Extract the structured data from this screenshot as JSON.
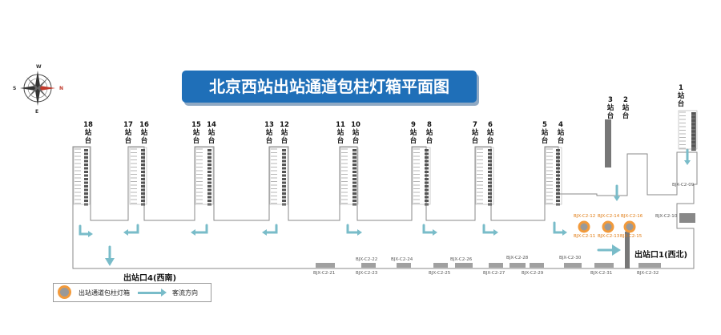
{
  "title": "北京西站出站通道包柱灯箱平面图",
  "compass": {
    "n": "N",
    "s": "S",
    "e": "E",
    "w": "W"
  },
  "platforms": [
    {
      "num": "18",
      "label": "站台"
    },
    {
      "num": "17",
      "label": "站台"
    },
    {
      "num": "16",
      "label": "站台"
    },
    {
      "num": "15",
      "label": "站台"
    },
    {
      "num": "14",
      "label": "站台"
    },
    {
      "num": "13",
      "label": "站台"
    },
    {
      "num": "12",
      "label": "站台"
    },
    {
      "num": "11",
      "label": "站台"
    },
    {
      "num": "10",
      "label": "站台"
    },
    {
      "num": "9",
      "label": "站台"
    },
    {
      "num": "8",
      "label": "站台"
    },
    {
      "num": "7",
      "label": "站台"
    },
    {
      "num": "6",
      "label": "站台"
    },
    {
      "num": "5",
      "label": "站台"
    },
    {
      "num": "4",
      "label": "站台"
    },
    {
      "num": "3",
      "label": "站台"
    },
    {
      "num": "2",
      "label": "站台"
    },
    {
      "num": "1",
      "label": "站台"
    }
  ],
  "ad_codes": {
    "c21": "BJX-C2-21",
    "c22": "BJX-C2-22",
    "c23": "BJX-C2-23",
    "c24": "BJX-C2-24",
    "c25": "BJX-C2-25",
    "c26": "BJX-C2-26",
    "c27": "BJX-C2-27",
    "c28": "BJX-C2-28",
    "c29": "BJX-C2-29",
    "c30": "BJX-C2-30",
    "c31": "BJX-C2-31",
    "c32": "BJX-C2-32",
    "c10": "BJX-C2-10",
    "c09": "BJX-C2-09",
    "c11": "BJX-C2-11",
    "c12": "BJX-C2-12",
    "c13": "BJX-C2-13",
    "c14": "BJX-C2-14",
    "c15": "BJX-C2-15",
    "c16": "BJX-C2-16"
  },
  "exits": {
    "southwest": "出站口4(西南)",
    "northwest": "出站口1(西北)"
  },
  "legend": {
    "lightbox": "出站通道包柱灯箱",
    "flow": "客流方向"
  },
  "colors": {
    "title_bg": "#1f6fb8",
    "arrow": "#79bcc9",
    "lightbox_ring": "#f29a3b",
    "wall": "#8a8a8a",
    "ad_bar": "#a0a0a0"
  }
}
